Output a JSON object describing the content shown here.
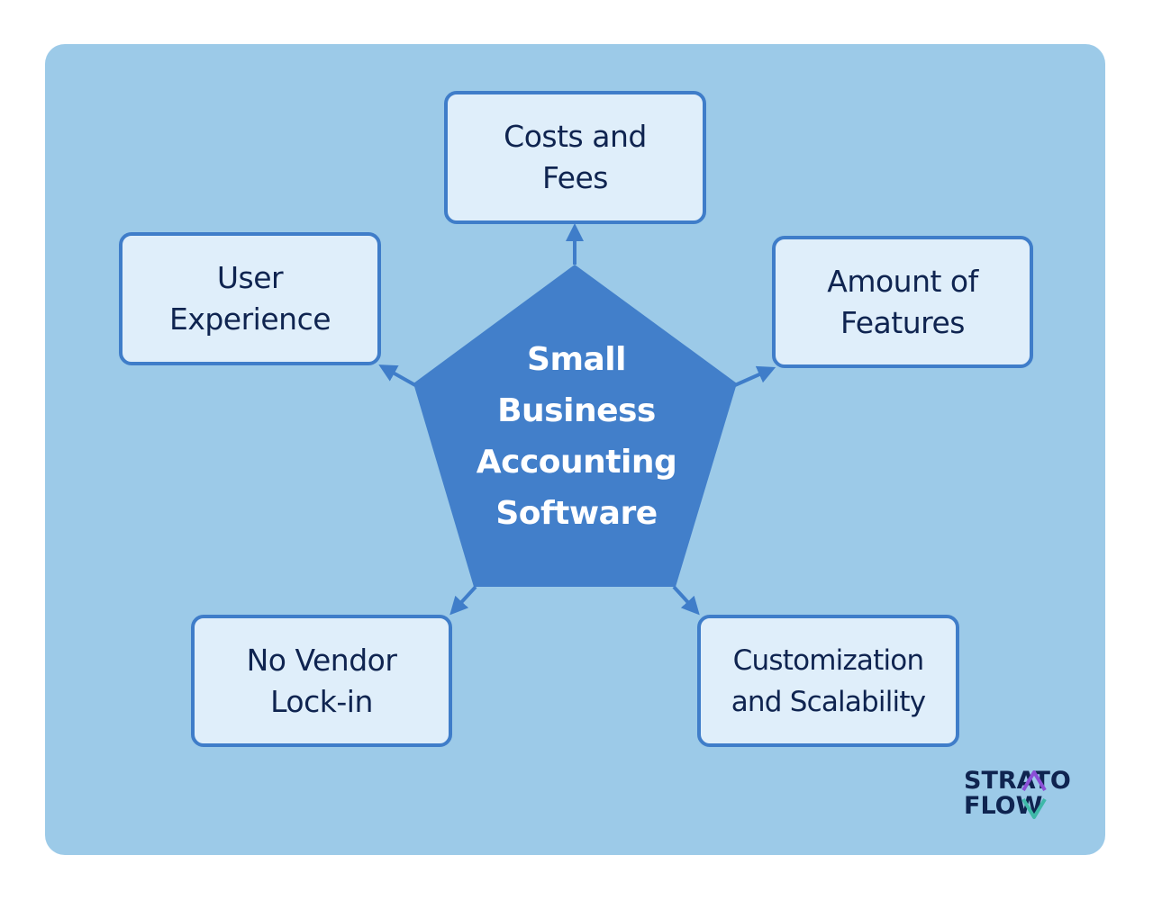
{
  "center": {
    "label_lines": [
      "Small",
      "Business",
      "Accounting",
      "Software"
    ]
  },
  "nodes": {
    "costs": "Costs and Fees",
    "features": "Amount of Features",
    "user_experience": "User Experience",
    "vendor": "No Vendor Lock-in",
    "scalability": "Customization and Scalability"
  },
  "logo": {
    "line1": "STRATO",
    "line2": "FLOW"
  },
  "colors": {
    "background_panel": "#9ccae8",
    "pentagon_fill": "#427fca",
    "node_fill": "#dfeefa",
    "node_border": "#3f7dc9",
    "text_dark": "#0f2450",
    "logo_accent_purple": "#8b4fd6",
    "logo_accent_teal": "#3fb8a8"
  }
}
